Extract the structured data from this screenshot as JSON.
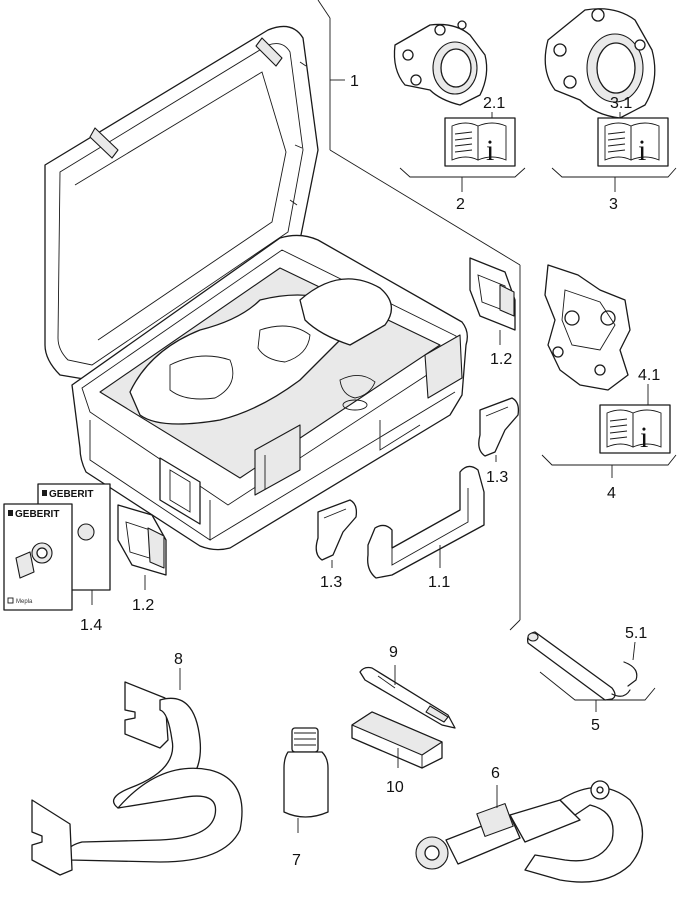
{
  "labels": {
    "case": "1",
    "handle": "1.1",
    "clip_top": "1.2",
    "clip_bottom": "1.2",
    "hook_right": "1.3",
    "hook_left": "1.3",
    "manual": "1.4",
    "ring_small": "2",
    "ring_small_sub": "2.1",
    "ring_large": "3",
    "ring_large_sub": "3.1",
    "adapter": "4",
    "adapter_sub": "4.1",
    "deburrer": "5",
    "deburrer_sub": "5.1",
    "pipe_cutter": "6",
    "bottle": "7",
    "strap": "8",
    "marker": "9",
    "card": "10"
  },
  "manual_front": {
    "brand": "GEBERIT",
    "footer": "Mepla"
  },
  "manual_back": {
    "brand": "GEBERIT"
  },
  "info_icon_glyph": "i",
  "icons": [
    "manual-book-icon",
    "info-icon"
  ]
}
